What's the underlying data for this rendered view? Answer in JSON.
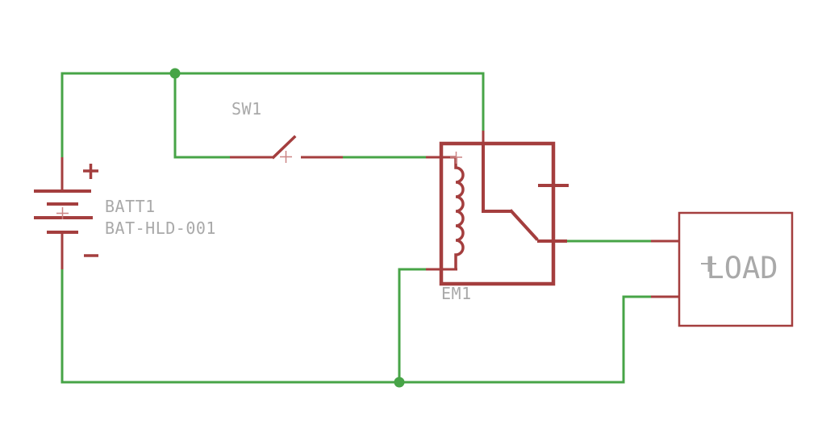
{
  "app": {
    "type": "circuit-schematic",
    "background": "#ffffff"
  },
  "colors": {
    "wire": "#47a447",
    "component": "#a43e3e",
    "pin_marker": "#cc8484",
    "label_text": "#a9a9a9"
  },
  "components": {
    "battery": {
      "designator": "BATT1",
      "part_number": "BAT-HLD-001",
      "type": "battery-holder-2-cell",
      "positive_symbol": "+",
      "negative_symbol": "−"
    },
    "switch": {
      "designator": "SW1",
      "type": "spst-switch",
      "state": "open"
    },
    "relay": {
      "designator": "EM1",
      "type": "relay-coil-with-spdt-contact"
    },
    "load": {
      "label": "LOAD",
      "type": "generic-load-box"
    }
  },
  "junctions": {
    "count": 2
  }
}
